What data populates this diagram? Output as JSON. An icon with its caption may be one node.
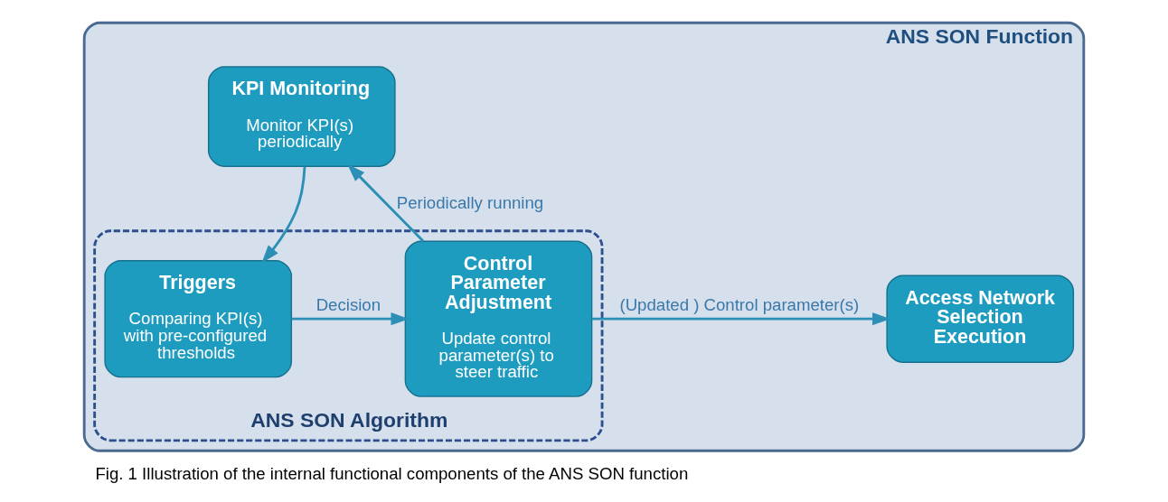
{
  "diagram": {
    "caption": "Fig. 1 Illustration of the internal functional components of the ANS SON function",
    "nodes": [
      {
        "text": [
          "ANS SON Function"
        ]
      },
      {
        "text": [
          "KPI Monitoring",
          "Monitor KPI(s) periodically"
        ],
        "in": 0
      },
      {
        "text": [
          "ANS SON Algorithm"
        ],
        "in": 0
      },
      {
        "text": [
          "Triggers",
          "Comparing KPI(s) with pre-configured thresholds"
        ],
        "in": 2
      },
      {
        "text": [
          "Control Parameter Adjustment",
          "Update control parameter(s) to steer traffic"
        ],
        "in": 2
      },
      {
        "text": [
          "Access Network Selection Execution"
        ],
        "in": 0
      }
    ],
    "edges": [
      {
        "from": 1,
        "to": 3,
        "arrow": "to"
      },
      {
        "from": 3,
        "to": 4,
        "arrow": "to",
        "label": "Decision"
      },
      {
        "from": 4,
        "to": 1,
        "arrow": "to",
        "label": "Periodically running"
      },
      {
        "from": 4,
        "to": 5,
        "arrow": "to",
        "label": "(Updated ) Control parameter(s)"
      }
    ]
  }
}
